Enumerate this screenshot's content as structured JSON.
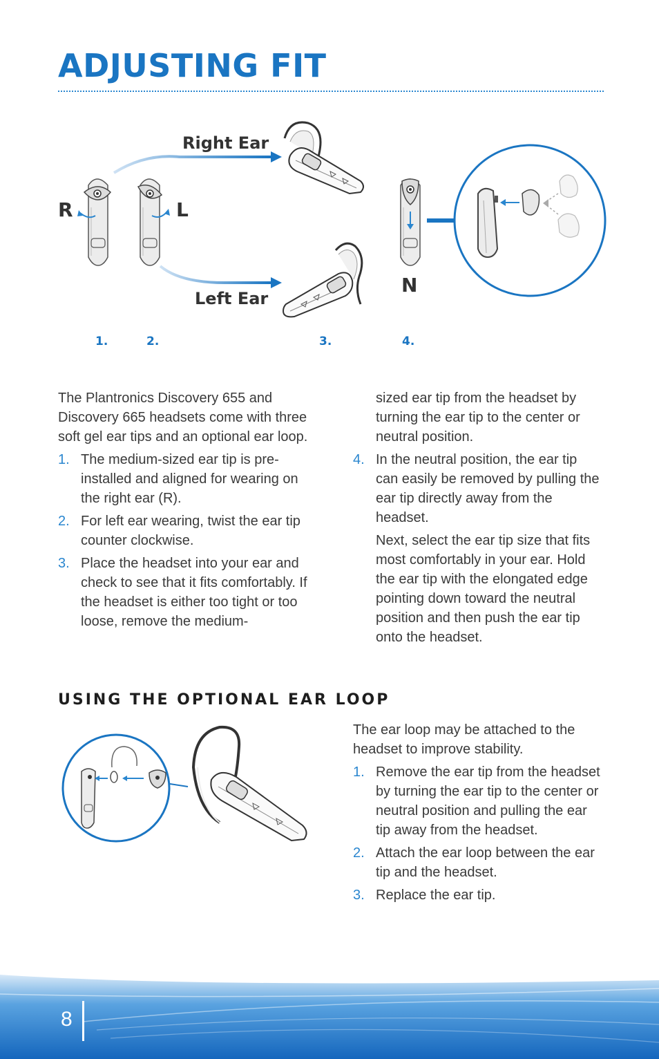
{
  "title": "ADJUSTING FIT",
  "figure": {
    "right_ear_label": "Right Ear",
    "left_ear_label": "Left Ear",
    "r_label": "R",
    "l_label": "L",
    "n_label": "N",
    "steps": [
      "1.",
      "2.",
      "3.",
      "4."
    ]
  },
  "intro": "The Plantronics Discovery 655 and Discovery 665 headsets come with three soft gel ear tips and an optional ear loop.",
  "steps": [
    {
      "num": "1.",
      "text": "The medium-sized ear tip is pre-installed and aligned for wearing on the right ear (R)."
    },
    {
      "num": "2.",
      "text": "For left ear wearing, twist the ear tip counter clockwise."
    },
    {
      "num": "3.",
      "text": "Place the headset into your ear and check to see that it fits comfortably. If the headset is either too tight or too loose, remove the medium-"
    }
  ],
  "step3_cont": "sized ear tip from the headset by turning the ear tip to the center or neutral position.",
  "step4": {
    "num": "4.",
    "text": "In the neutral position, the ear tip can easily be removed by pulling the ear tip directly away from the headset."
  },
  "next_para": "Next, select the ear tip size that fits most comfortably in your ear. Hold the ear tip with the elongated edge pointing down toward the neutral position and then push the ear tip onto the headset.",
  "ear_loop": {
    "heading": "USING THE OPTIONAL EAR LOOP",
    "intro": "The ear loop may be attached to the headset to improve stability.",
    "steps": [
      {
        "num": "1.",
        "text": "Remove the ear tip from the headset by turning the ear tip to the center or neutral position and pulling the ear tip away from the headset."
      },
      {
        "num": "2.",
        "text": "Attach the ear loop between the ear tip and the headset."
      },
      {
        "num": "3.",
        "text": "Replace the ear tip."
      }
    ]
  },
  "page_number": "8",
  "colors": {
    "accent": "#1a75c2",
    "footer": "#1a6fc4"
  }
}
